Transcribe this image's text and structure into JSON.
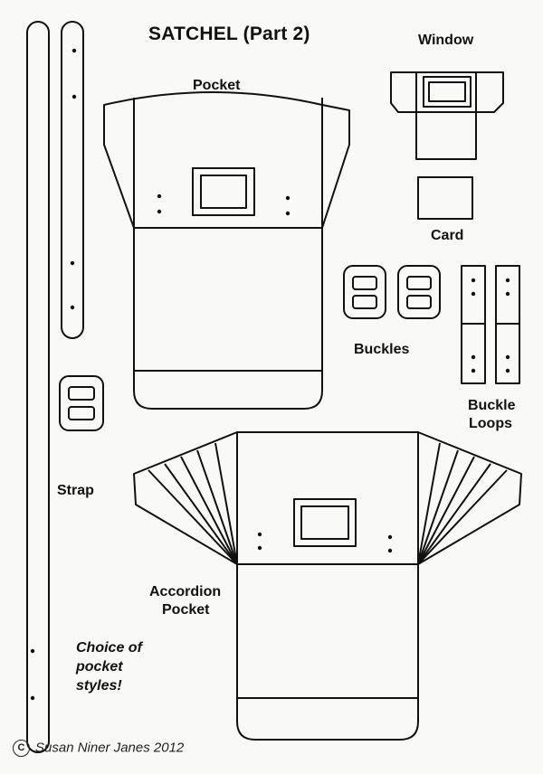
{
  "title": "SATCHEL (Part 2)",
  "labels": {
    "window": "Window",
    "pocket": "Pocket",
    "card": "Card",
    "buckles": "Buckles",
    "buckle_loops_line1": "Buckle",
    "buckle_loops_line2": "Loops",
    "strap": "Strap",
    "accordion_line1": "Accordion",
    "accordion_line2": "Pocket",
    "note": "Choice of pocket styles!"
  },
  "credit": {
    "symbol": "C",
    "text": "Susan Niner Janes 2012"
  },
  "colors": {
    "line": "#111111",
    "paper": "#f9f9f7"
  }
}
